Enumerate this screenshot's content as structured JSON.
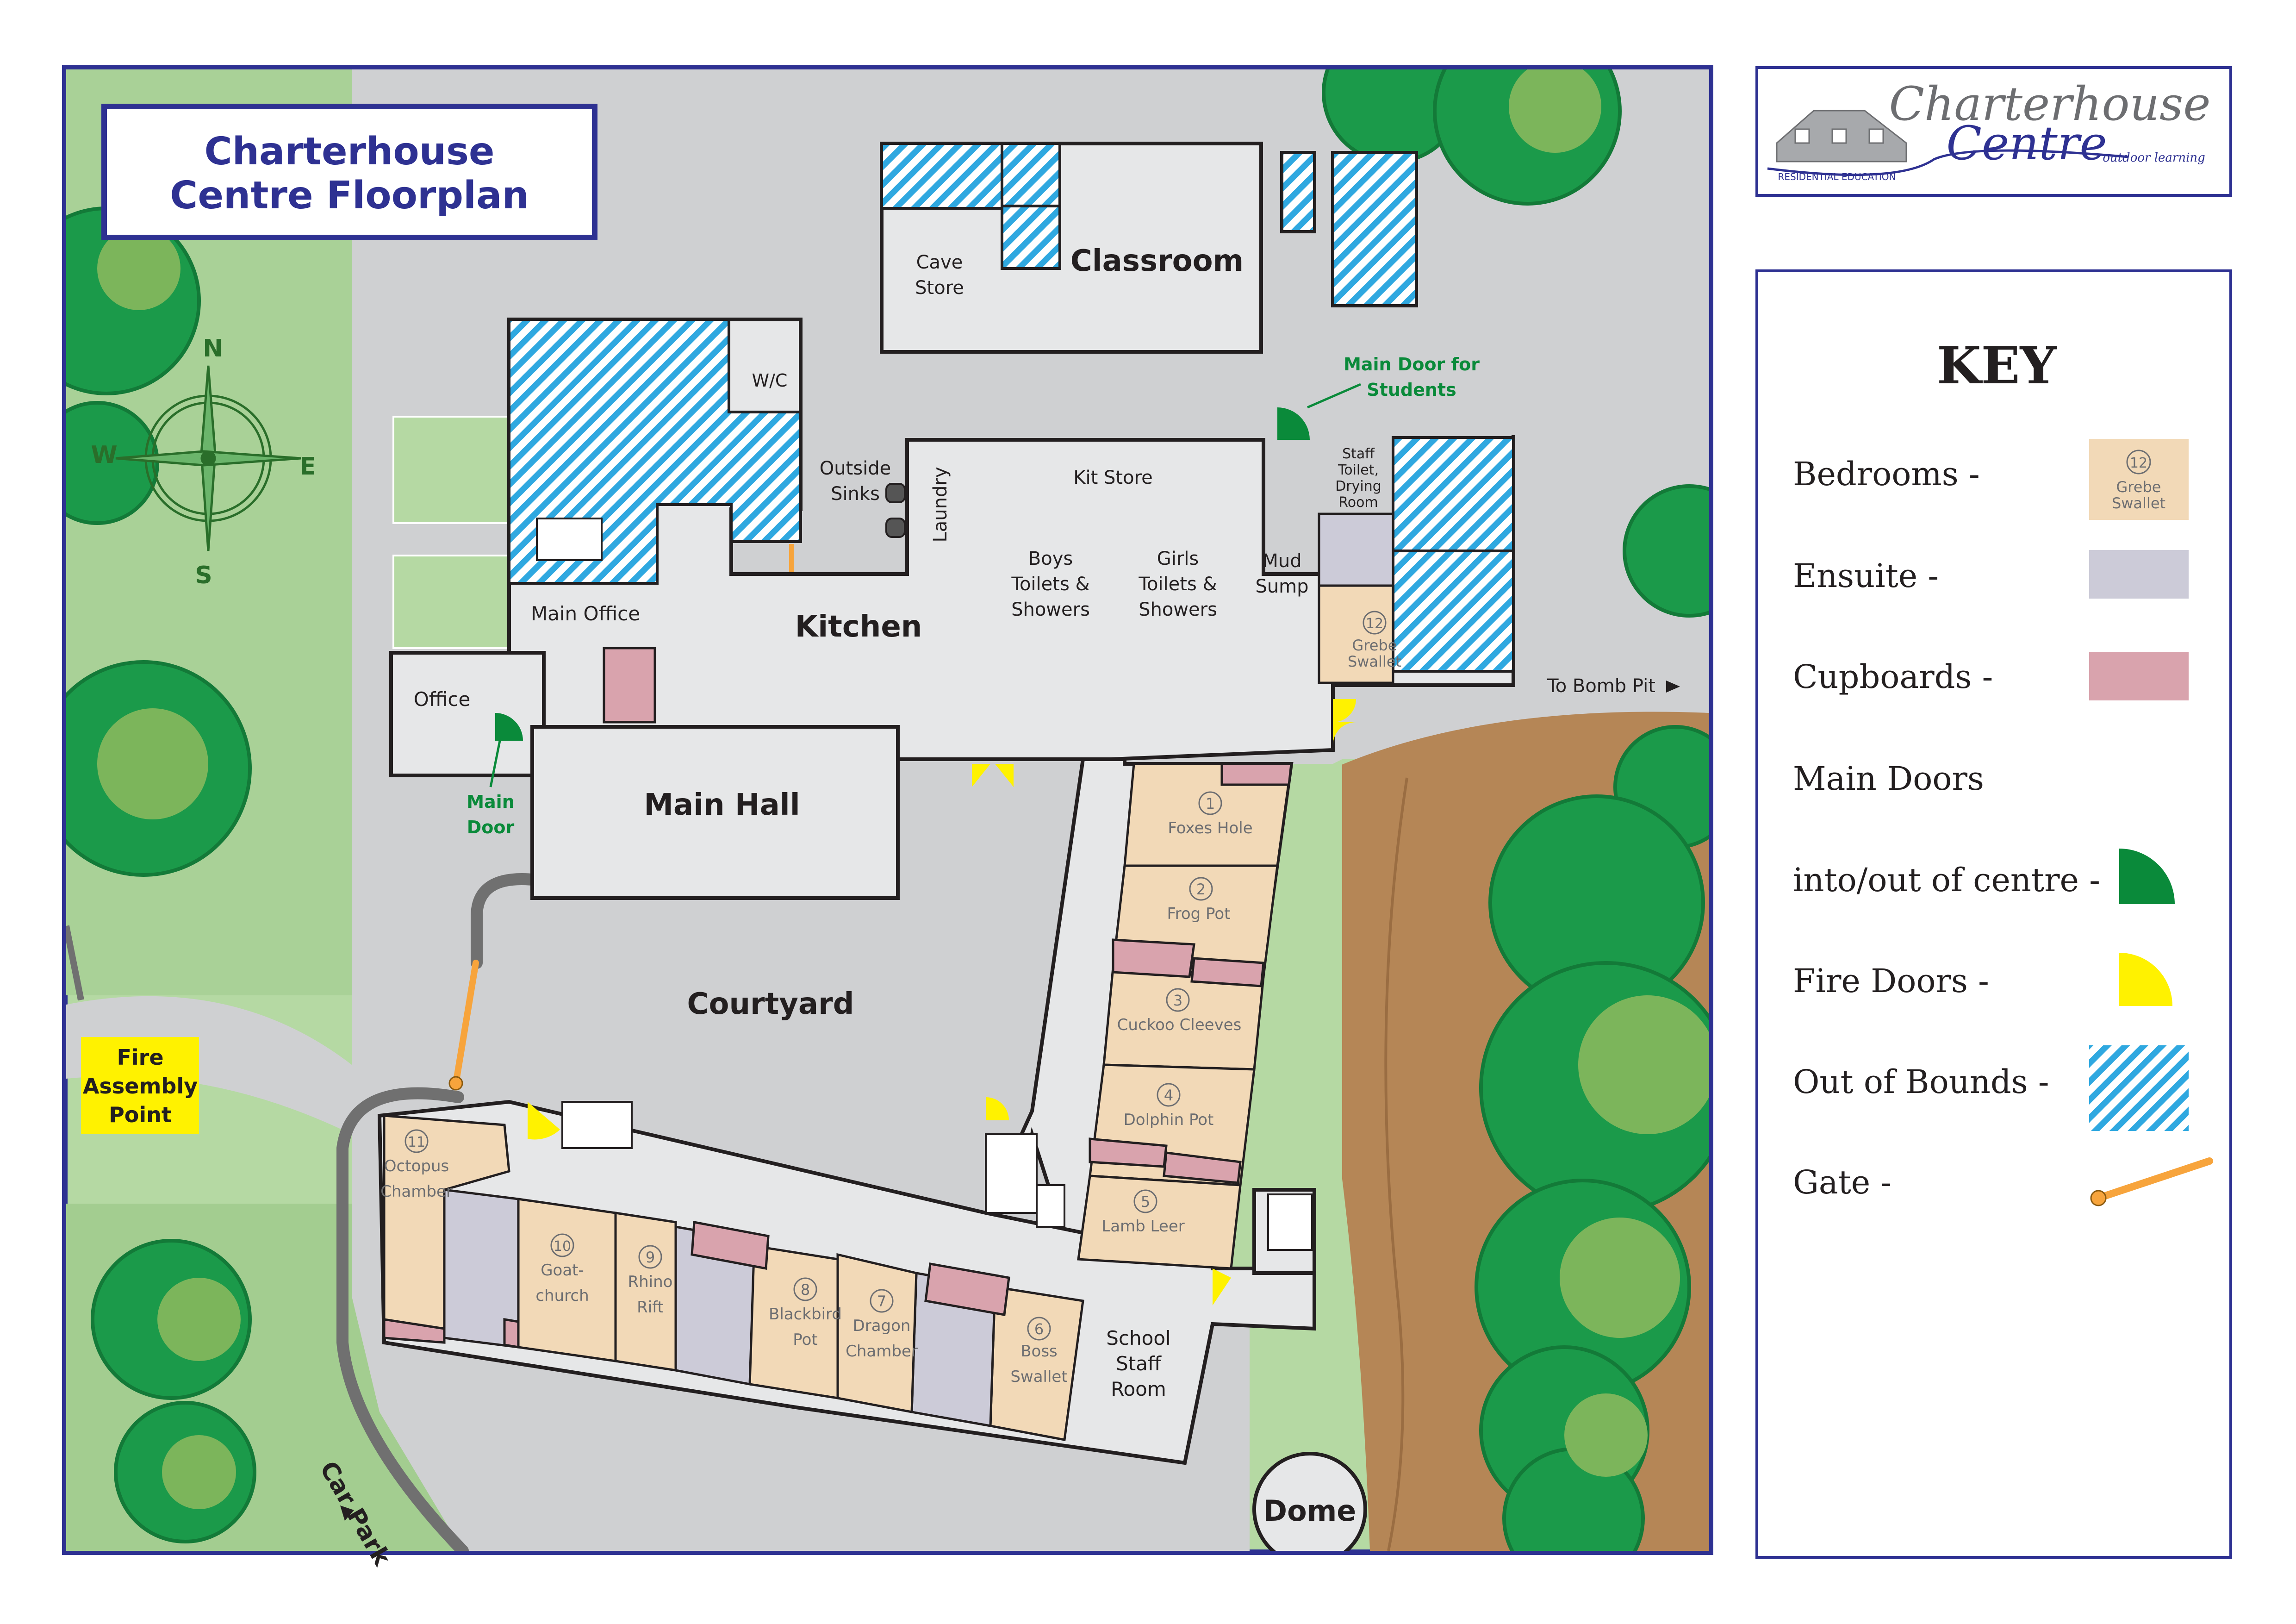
{
  "map": {
    "title_line1": "Charterhouse",
    "title_line2": "Centre Floorplan",
    "compass": {
      "n": "N",
      "s": "S",
      "e": "E",
      "w": "W"
    },
    "rooms": {
      "classroom": "Classroom",
      "cave_store_1": "Cave",
      "cave_store_2": "Store",
      "wc": "W/C",
      "outside_sinks_1": "Outside",
      "outside_sinks_2": "Sinks",
      "laundry": "Laundry",
      "kit_store": "Kit Store",
      "main_office": "Main Office",
      "kitchen": "Kitchen",
      "office": "Office",
      "boys_1": "Boys",
      "boys_2": "Toilets &",
      "boys_3": "Showers",
      "girls_1": "Girls",
      "girls_2": "Toilets &",
      "girls_3": "Showers",
      "mud_1": "Mud",
      "mud_2": "Sump",
      "staff_1": "Staff",
      "staff_2": "Toilet,",
      "staff_3": "Drying",
      "staff_4": "Room",
      "main_hall": "Main Hall",
      "courtyard": "Courtyard",
      "school_staff_1": "School",
      "school_staff_2": "Staff",
      "school_staff_3": "Room",
      "dome": "Dome"
    },
    "labels": {
      "main_door_students_1": "Main Door for",
      "main_door_students_2": "Students",
      "main_door_1": "Main",
      "main_door_2": "Door",
      "to_bomb_pit": "To Bomb Pit",
      "car_park": "Car Park",
      "fire_assembly_1": "Fire",
      "fire_assembly_2": "Assembly",
      "fire_assembly_3": "Point"
    },
    "bedrooms": [
      {
        "num": "1",
        "name1": "Foxes Hole",
        "name2": ""
      },
      {
        "num": "2",
        "name1": "Frog Pot",
        "name2": ""
      },
      {
        "num": "3",
        "name1": "Cuckoo Cleeves",
        "name2": ""
      },
      {
        "num": "4",
        "name1": "Dolphin Pot",
        "name2": ""
      },
      {
        "num": "5",
        "name1": "Lamb Leer",
        "name2": ""
      },
      {
        "num": "6",
        "name1": "Boss",
        "name2": "Swallet"
      },
      {
        "num": "7",
        "name1": "Dragon",
        "name2": "Chamber"
      },
      {
        "num": "8",
        "name1": "Blackbird",
        "name2": "Pot"
      },
      {
        "num": "9",
        "name1": "Rhino",
        "name2": "Rift"
      },
      {
        "num": "10",
        "name1": "Goat-",
        "name2": "church"
      },
      {
        "num": "11",
        "name1": "Octopus",
        "name2": "Chamber"
      },
      {
        "num": "12",
        "name1": "Grebe",
        "name2": "Swallet"
      }
    ]
  },
  "logo": {
    "name_line1": "Charterhouse",
    "name_line2": "Centre",
    "tagline_left": "RESIDENTIAL EDUCATION",
    "tagline_right": "outdoor learning"
  },
  "key": {
    "title": "KEY",
    "bedrooms": "Bedrooms -",
    "sample_num": "12",
    "sample_name1": "Grebe",
    "sample_name2": "Swallet",
    "ensuite": "Ensuite -",
    "cupboards": "Cupboards -",
    "main_doors": "Main Doors",
    "into_out": "into/out of centre -",
    "fire_doors": "Fire Doors -",
    "out_of_bounds": "Out of Bounds -",
    "gate": "Gate -"
  },
  "colors": {
    "frame": "#2e3192",
    "grass": "#b5d9a3",
    "grass_dark": "#98c585",
    "path": "#cfd0d2",
    "building": "#e6e7e8",
    "wall": "#231f20",
    "bedroom": "#f2d9b7",
    "ensuite": "#cccbd8",
    "cupboard": "#d9a3ad",
    "hatch": "#2fa8e0",
    "main_door": "#0a8a3a",
    "fire_door": "#fff200",
    "gate": "#f7a43c",
    "tree": "#1b9a4a",
    "tree_light": "#7cb55b",
    "dirt": "#b58656",
    "label_green": "#0a8a3a"
  }
}
